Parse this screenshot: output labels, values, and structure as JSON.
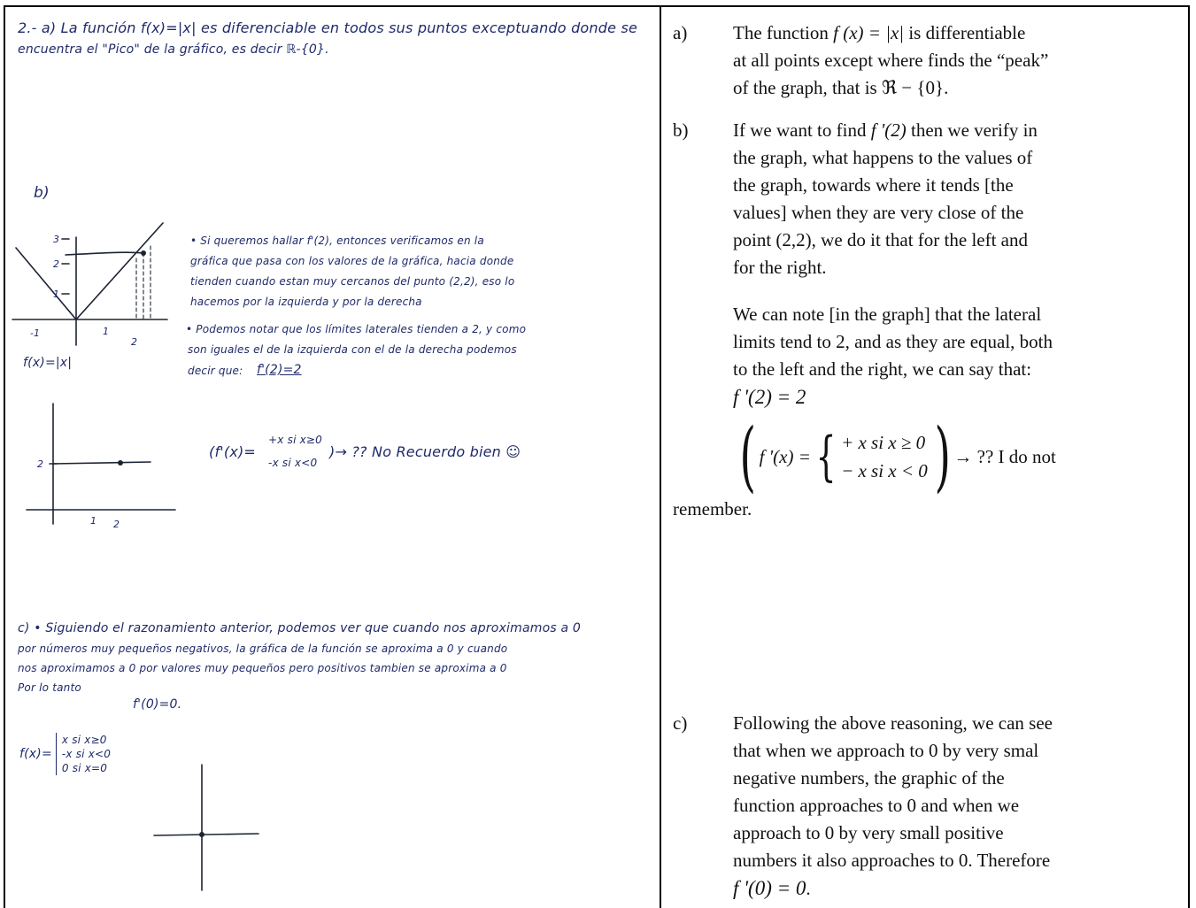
{
  "handwritten": {
    "a_line1": "2.- a) La función f(x)=|x| es diferenciable en todos sus puntos exceptuando donde se",
    "a_line2": "encuentra el \"Pico\" de la gráfico, es decir ℝ-{0}.",
    "b_label": "b)",
    "b_text1": "• Si queremos hallar f'(2), entonces verificamos en la",
    "b_text2": "gráfica que pasa con los valores de la gráfica, hacia donde",
    "b_text3": "tienden cuando estan muy cercanos del punto (2,2), eso lo",
    "b_text4": "hacemos por la izquierda y por la derecha",
    "b_text5": "• Podemos notar que los límites laterales tienden a 2, y como",
    "b_text6": "son iguales el de la izquierda con el de la derecha podemos",
    "b_text7": "decir que:",
    "b_result": "f'(2)=2",
    "b_fx_label": "f(x)=|x|",
    "b_piece_lhs": "(f'(x)=",
    "b_piece_top": "+x  si  x≥0",
    "b_piece_bottom": "-x  si  x<0",
    "b_piece_after": ")→ ?? No Recuerdo bien ☺",
    "c_line1": "c) • Siguiendo el razonamiento anterior, podemos ver que cuando nos aproximamos a 0",
    "c_line2": "por números muy pequeños negativos, la gráfica de la función se aproxima a 0 y cuando",
    "c_line3": "nos aproximamos a 0 por valores muy pequeños pero positivos tambien se aproxima a 0",
    "c_line4": "Por lo tanto",
    "c_result": "f'(0)=0.",
    "c_fx": "f(x)=",
    "c_case1": "x  si  x≥0",
    "c_case2": "-x si  x<0",
    "c_case3": "0  si  x=0",
    "graph_ticks": {
      "neg1": "-1",
      "one": "1",
      "two": "2",
      "two_b": "2",
      "one_b": "1",
      "y3": "3",
      "y2": "2",
      "y1": "1",
      "y_flat": "2"
    }
  },
  "typed": {
    "a": {
      "tag": "a)",
      "t1": "The function ",
      "fx": "f (x) = |x|",
      "t2": " is differentiable",
      "t3": "at all points except where finds the “peak”",
      "t4": "of the graph, that is ",
      "set": "ℜ − {0}",
      "t5": "."
    },
    "b": {
      "tag": "b)",
      "t1": "If we want to find ",
      "fp2": "f '(2)",
      "t2": " then we verify in",
      "t3": "the graph, what happens to the values of",
      "t4": "the graph, towards where it tends [the",
      "t5": "values] when they are very close of the",
      "t6": "point  (2,2), we do it that for the left and",
      "t7": "for the right.",
      "p2_1": "We can note [in the graph] that the lateral",
      "p2_2": "limits  tend to 2, and as they are equal, both",
      "p2_3": "to the left and the right, we can say that:",
      "result": "f '(2) = 2",
      "piece_lhs": "f '(x) =",
      "case_top": "+ x  si x ≥ 0",
      "case_bottom": "− x  si x < 0",
      "after": "→ ?? I do not",
      "remember": "remember."
    },
    "c": {
      "tag": "c)",
      "l1": "Following  the above reasoning, we can see",
      "l2": "that when we approach to 0 by very smal",
      "l3": "negative numbers, the graphic of the",
      "l4": "function approaches to 0 and when we",
      "l5": "approach to 0 by very small positive",
      "l6": "numbers it also approaches to 0. Therefore",
      "result": "f '(0) = 0",
      "end": "."
    }
  }
}
